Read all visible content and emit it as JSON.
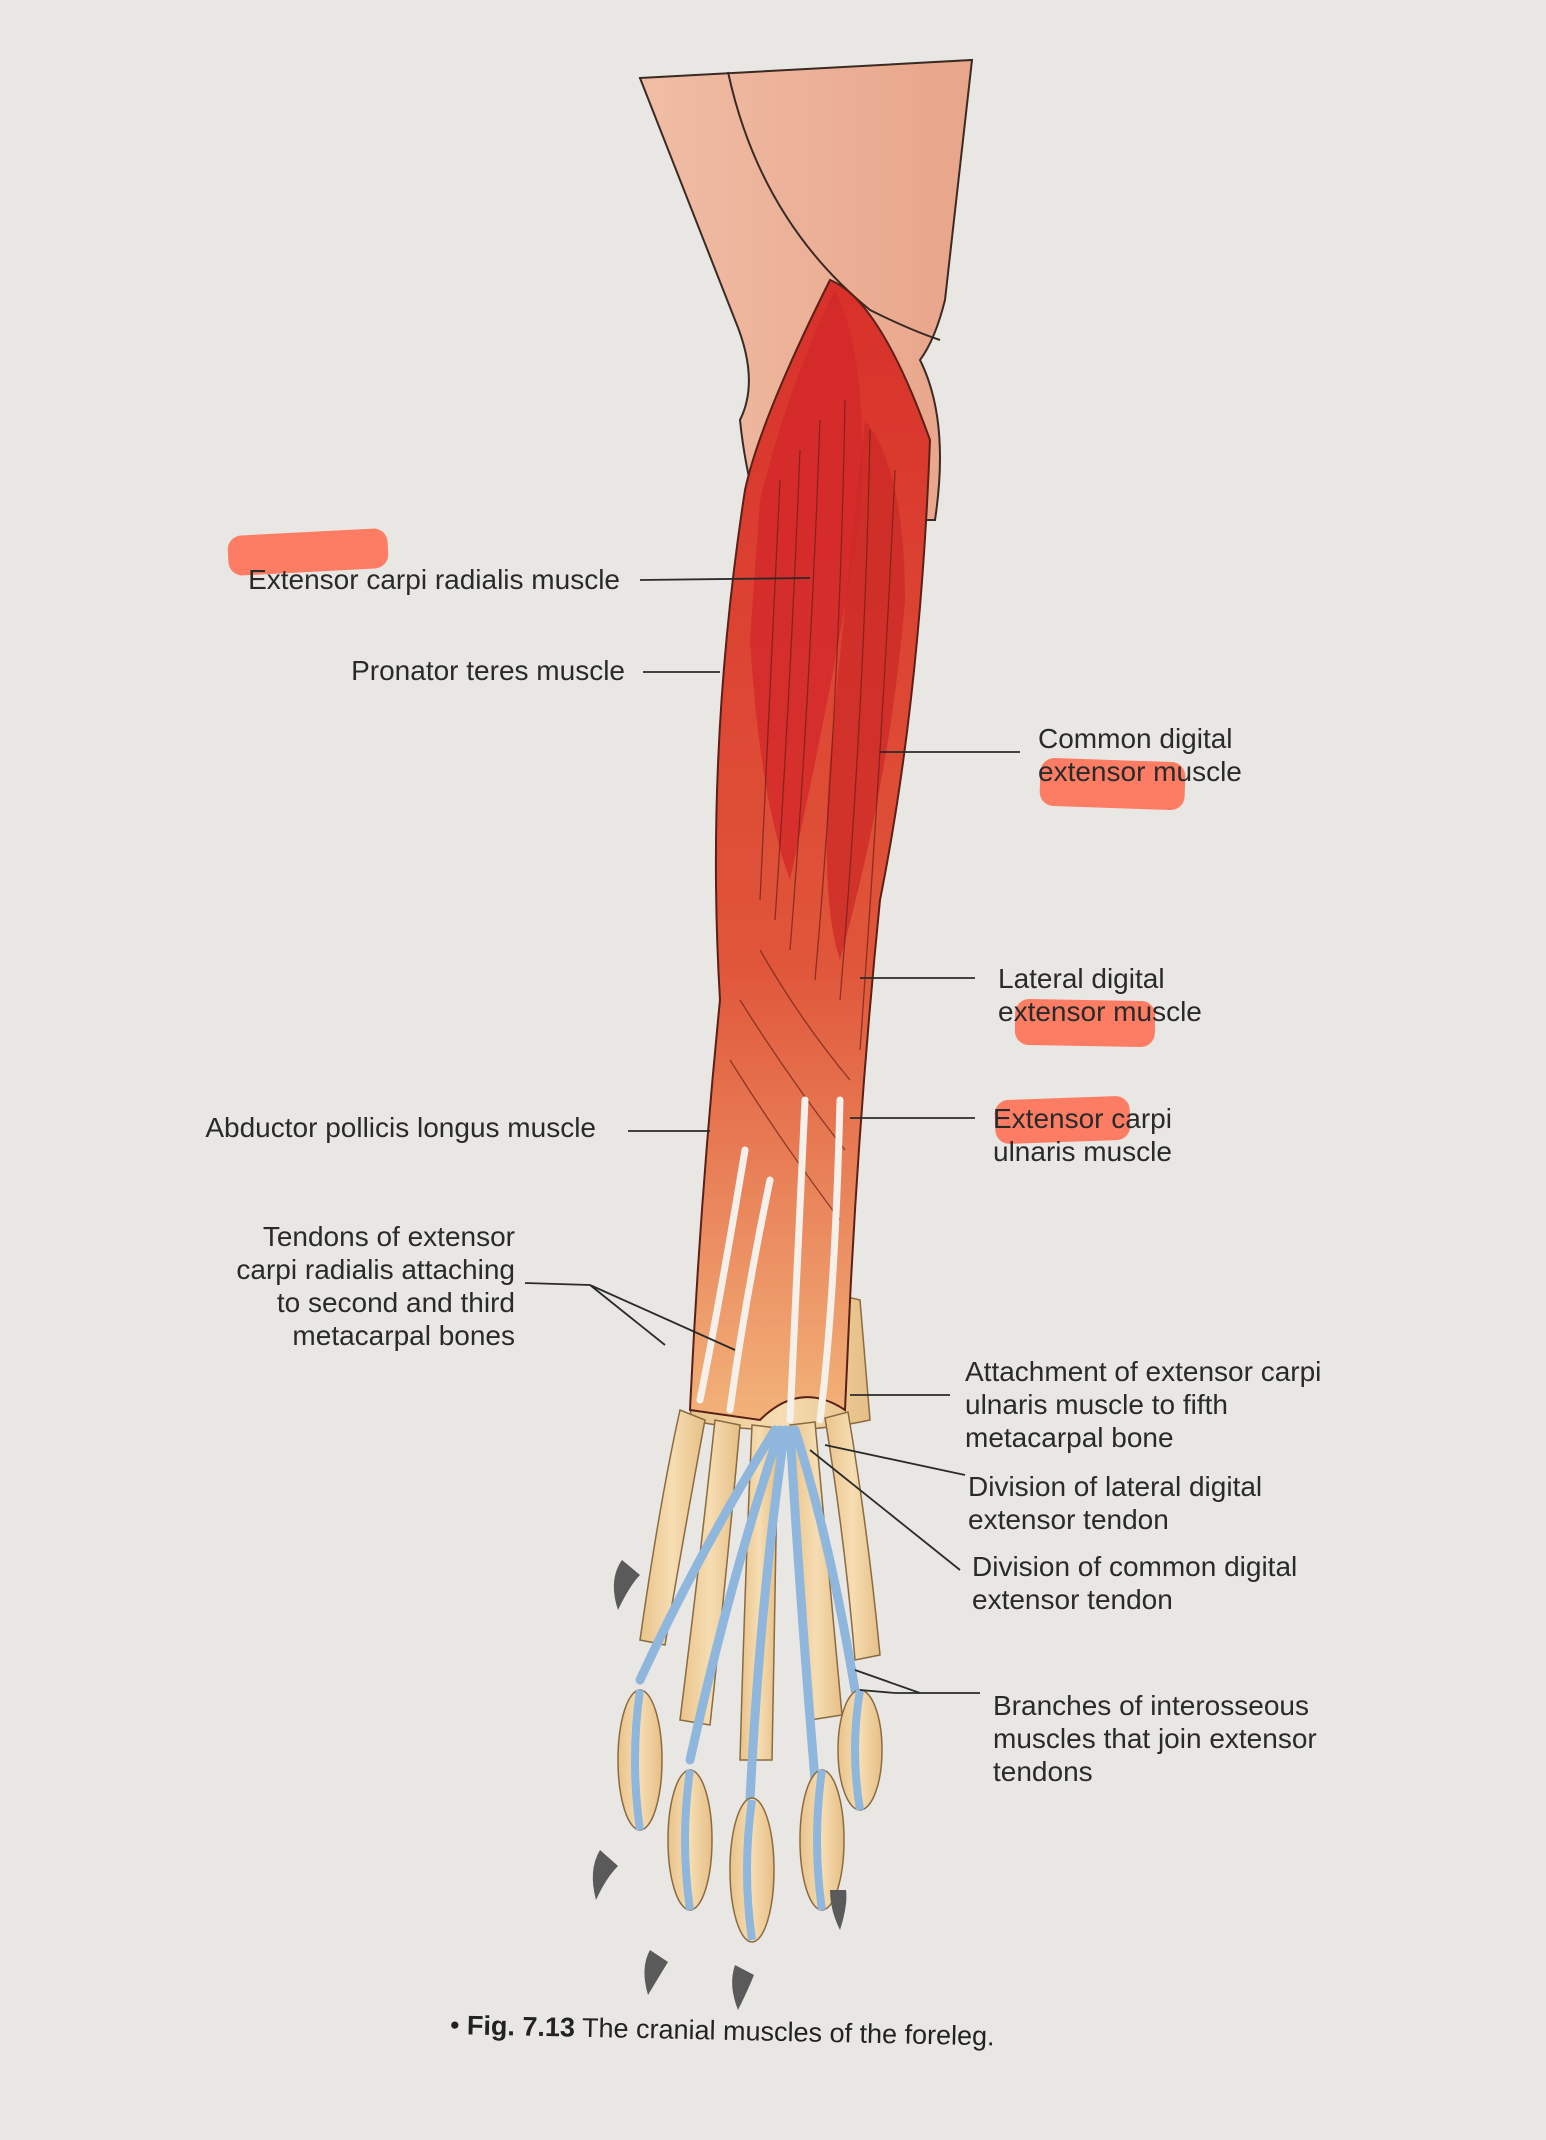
{
  "figure": {
    "number": "Fig. 7.13",
    "caption": "The cranial muscles of the foreleg.",
    "bullet": "•"
  },
  "labels": {
    "extensor_carpi_radialis": "Extensor carpi radialis muscle",
    "pronator_teres": "Pronator teres muscle",
    "common_digital_extensor": "Common digital\nextensor muscle",
    "lateral_digital_extensor": "Lateral digital\nextensor muscle",
    "abductor_pollicis_longus": "Abductor pollicis longus muscle",
    "extensor_carpi_ulnaris": "Extensor carpi\nulnaris muscle",
    "tendons_ecr": "Tendons of extensor\ncarpi radialis attaching\nto second and third\nmetacarpal bones",
    "attachment_ecu": "Attachment of extensor carpi\nulnaris muscle to fifth\nmetacarpal bone",
    "division_lateral_tendon": "Division of lateral digital\nextensor tendon",
    "division_common_tendon": "Division of common digital\nextensor tendon",
    "branches_interosseous": "Branches of interosseous\nmuscles that join extensor\ntendons"
  },
  "colors": {
    "background": "#e9e7e3",
    "skin": "#eeb49c",
    "muscle_red": "#d9342b",
    "muscle_orange": "#e2703f",
    "bone": "#f0d3a0",
    "tendon_blue": "#8fb6dd",
    "claw": "#5a5a5a",
    "highlighter": "#ff6a4d"
  }
}
